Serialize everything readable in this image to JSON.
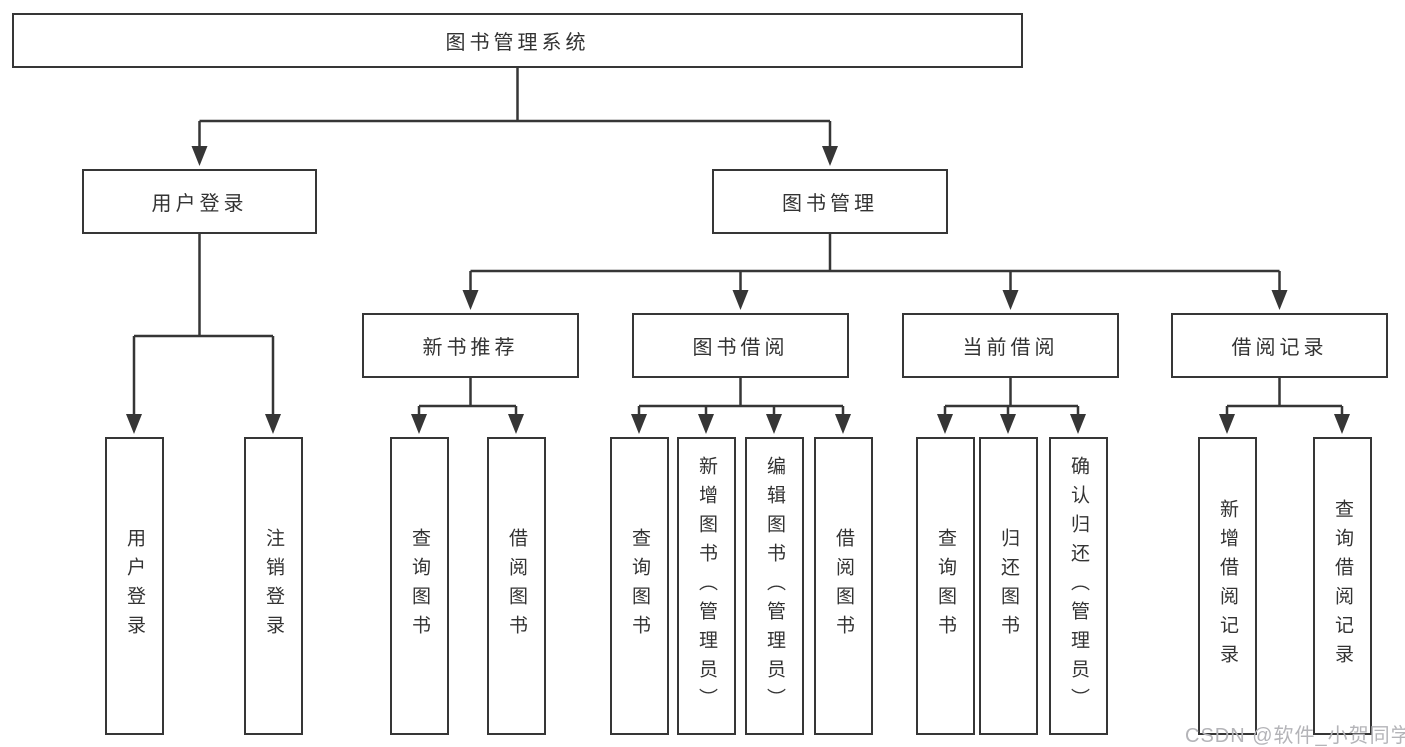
{
  "diagram": {
    "root": {
      "label": "图书管理系统"
    },
    "level2": [
      {
        "label": "用户登录",
        "children": [
          {
            "label": "用户登录"
          },
          {
            "label": "注销登录"
          }
        ]
      },
      {
        "label": "图书管理",
        "groups": [
          {
            "label": "新书推荐",
            "children": [
              {
                "label": "查询图书"
              },
              {
                "label": "借阅图书"
              }
            ]
          },
          {
            "label": "图书借阅",
            "children": [
              {
                "label": "查询图书"
              },
              {
                "label": "新增图书（管理员）"
              },
              {
                "label": "编辑图书（管理员）"
              },
              {
                "label": "借阅图书"
              }
            ]
          },
          {
            "label": "当前借阅",
            "children": [
              {
                "label": "查询图书"
              },
              {
                "label": "归还图书"
              },
              {
                "label": "确认归还（管理员）"
              }
            ]
          },
          {
            "label": "借阅记录",
            "children": [
              {
                "label": "新增借阅记录"
              },
              {
                "label": "查询借阅记录"
              }
            ]
          }
        ]
      }
    ]
  },
  "watermark": {
    "text": "CSDN @软件_小贺同学"
  },
  "colors": {
    "line": "#363636",
    "border": "#363636",
    "text": "#333333",
    "watermark": "#b4b4b8",
    "background": "#ffffff"
  }
}
